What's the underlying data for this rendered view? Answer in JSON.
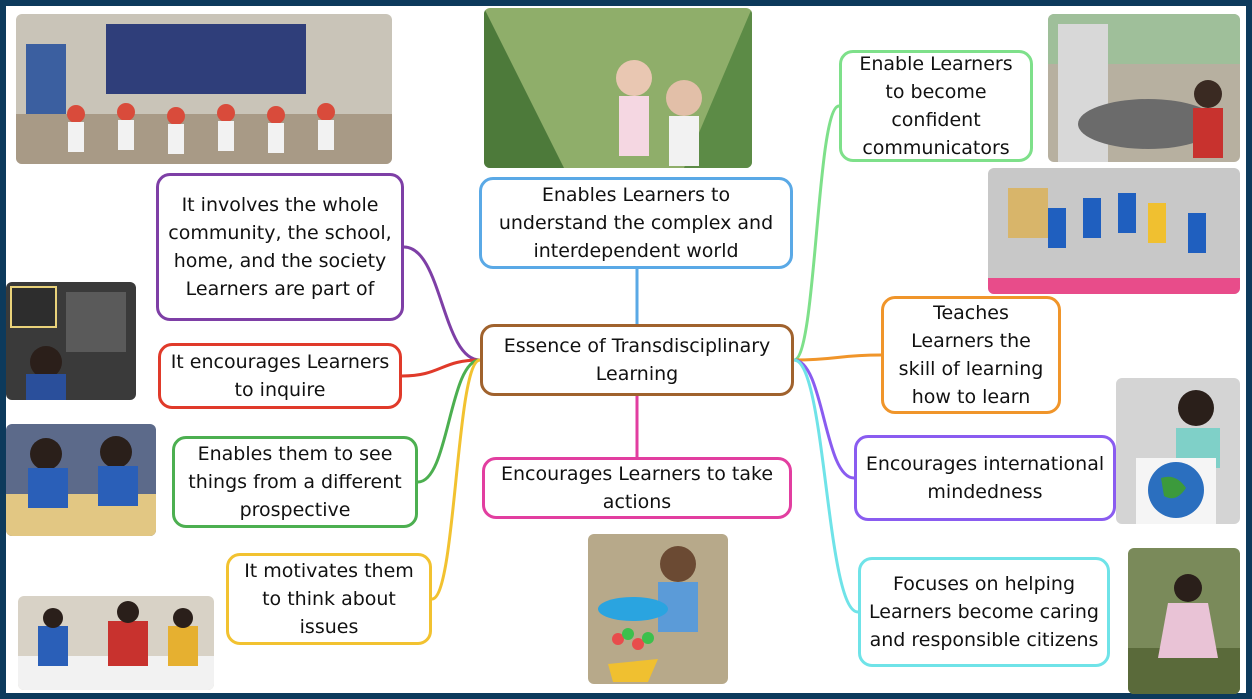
{
  "diagram": {
    "central": {
      "text": "Essence of Transdisciplinary Learning",
      "color": "#a0622d"
    },
    "nodes": [
      {
        "id": "community",
        "text": "It involves the whole community, the school, home, and the society Learners are part of",
        "color": "#7e3fa6"
      },
      {
        "id": "inquire",
        "text": "It encourages Learners to inquire",
        "color": "#e03a2a"
      },
      {
        "id": "perspective",
        "text": "Enables them to see things from a different prospective",
        "color": "#4caf50"
      },
      {
        "id": "issues",
        "text": "It motivates them to think about issues",
        "color": "#f2c230"
      },
      {
        "id": "complex",
        "text": "Enables Learners to understand the complex and interdependent world",
        "color": "#5aa9e6"
      },
      {
        "id": "actions",
        "text": "Encourages Learners to take actions",
        "color": "#e23ea0"
      },
      {
        "id": "communicators",
        "text": "Enable Learners to become confident communicators",
        "color": "#7ee08a"
      },
      {
        "id": "learning",
        "text": "Teaches Learners the skill of learning how to learn",
        "color": "#f0952a"
      },
      {
        "id": "mindedness",
        "text": "Encourages international mindedness",
        "color": "#8a5cf0"
      },
      {
        "id": "citizens",
        "text": "Focuses on helping Learners become caring and responsible citizens",
        "color": "#6fe3e8"
      }
    ]
  },
  "photos": [
    {
      "id": "earth-day-assembly",
      "icon": "children-photo"
    },
    {
      "id": "garden-children",
      "icon": "children-photo"
    },
    {
      "id": "teacher-student-clipboard",
      "icon": "children-photo"
    },
    {
      "id": "students-circle-floor",
      "icon": "children-photo"
    },
    {
      "id": "light-dark-wall",
      "icon": "children-photo"
    },
    {
      "id": "students-writing",
      "icon": "children-photo"
    },
    {
      "id": "group-activity",
      "icon": "children-photo"
    },
    {
      "id": "boy-water-play",
      "icon": "children-photo"
    },
    {
      "id": "boy-globe-painting",
      "icon": "children-photo"
    },
    {
      "id": "girl-outdoors",
      "icon": "children-photo"
    }
  ]
}
